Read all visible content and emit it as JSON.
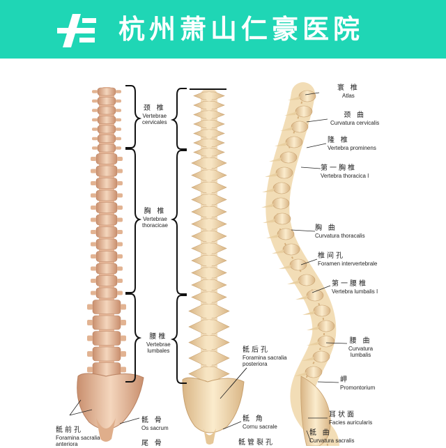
{
  "header": {
    "title": "杭州萧山仁豪医院",
    "logo_icon": "hospital-logo-icon",
    "color": "#1fd6b5"
  },
  "middle_labels": {
    "cervical": {
      "cn": "颈 椎",
      "la1": "Vertebrae",
      "la2": "cervicales"
    },
    "thoracic": {
      "cn": "胸 椎",
      "la1": "Vertebrae",
      "la2": "thoracicae"
    },
    "lumbar": {
      "cn": "腰椎",
      "la1": "Vertebrae",
      "la2": "lumbales"
    }
  },
  "posterior_labels": {
    "sacral_foramina_post": {
      "cn": "骶后孔",
      "la1": "Foramina sacralia",
      "la2": "posteriora"
    },
    "cornu": {
      "cn": "骶 角",
      "la1": "Cornu sacrale"
    },
    "hiatus": {
      "cn": "骶管裂孔"
    }
  },
  "anterior_labels": {
    "sacral_foramina_ant": {
      "cn": "骶前孔",
      "la1": "Foramina sacralia",
      "la2": "anteriora"
    },
    "sacrum": {
      "cn": "骶 骨",
      "la1": "Os sacrum"
    },
    "coccyx": {
      "cn": "尾 骨"
    }
  },
  "lateral_labels": {
    "atlas": {
      "cn": "寰 椎",
      "la": "Atlas"
    },
    "cervical_curve": {
      "cn": "颈 曲",
      "la": "Curvatura cervicalis"
    },
    "prominens": {
      "cn": "隆 椎",
      "la": "Vertebra prominens"
    },
    "t1": {
      "cn": "第一胸椎",
      "la": "Vertebra thoracica I"
    },
    "thoracic_curve": {
      "cn": "胸 曲",
      "la": "Curvatura thoracalis"
    },
    "foramen": {
      "cn": "椎间孔",
      "la": "Foramen intervertebrale"
    },
    "l1": {
      "cn": "第一腰椎",
      "la": "Vertebra lumbalis I"
    },
    "lumbar_curve": {
      "cn": "腰 曲",
      "la1": "Curvatura",
      "la2": "lumbalis"
    },
    "promontory": {
      "cn": "岬",
      "la": "Promontorium"
    },
    "auricular": {
      "cn": "耳状面",
      "la": "Facies auricularis"
    },
    "sacral_curve": {
      "cn": "骶 曲",
      "la": "Curvatura sacralis"
    }
  }
}
